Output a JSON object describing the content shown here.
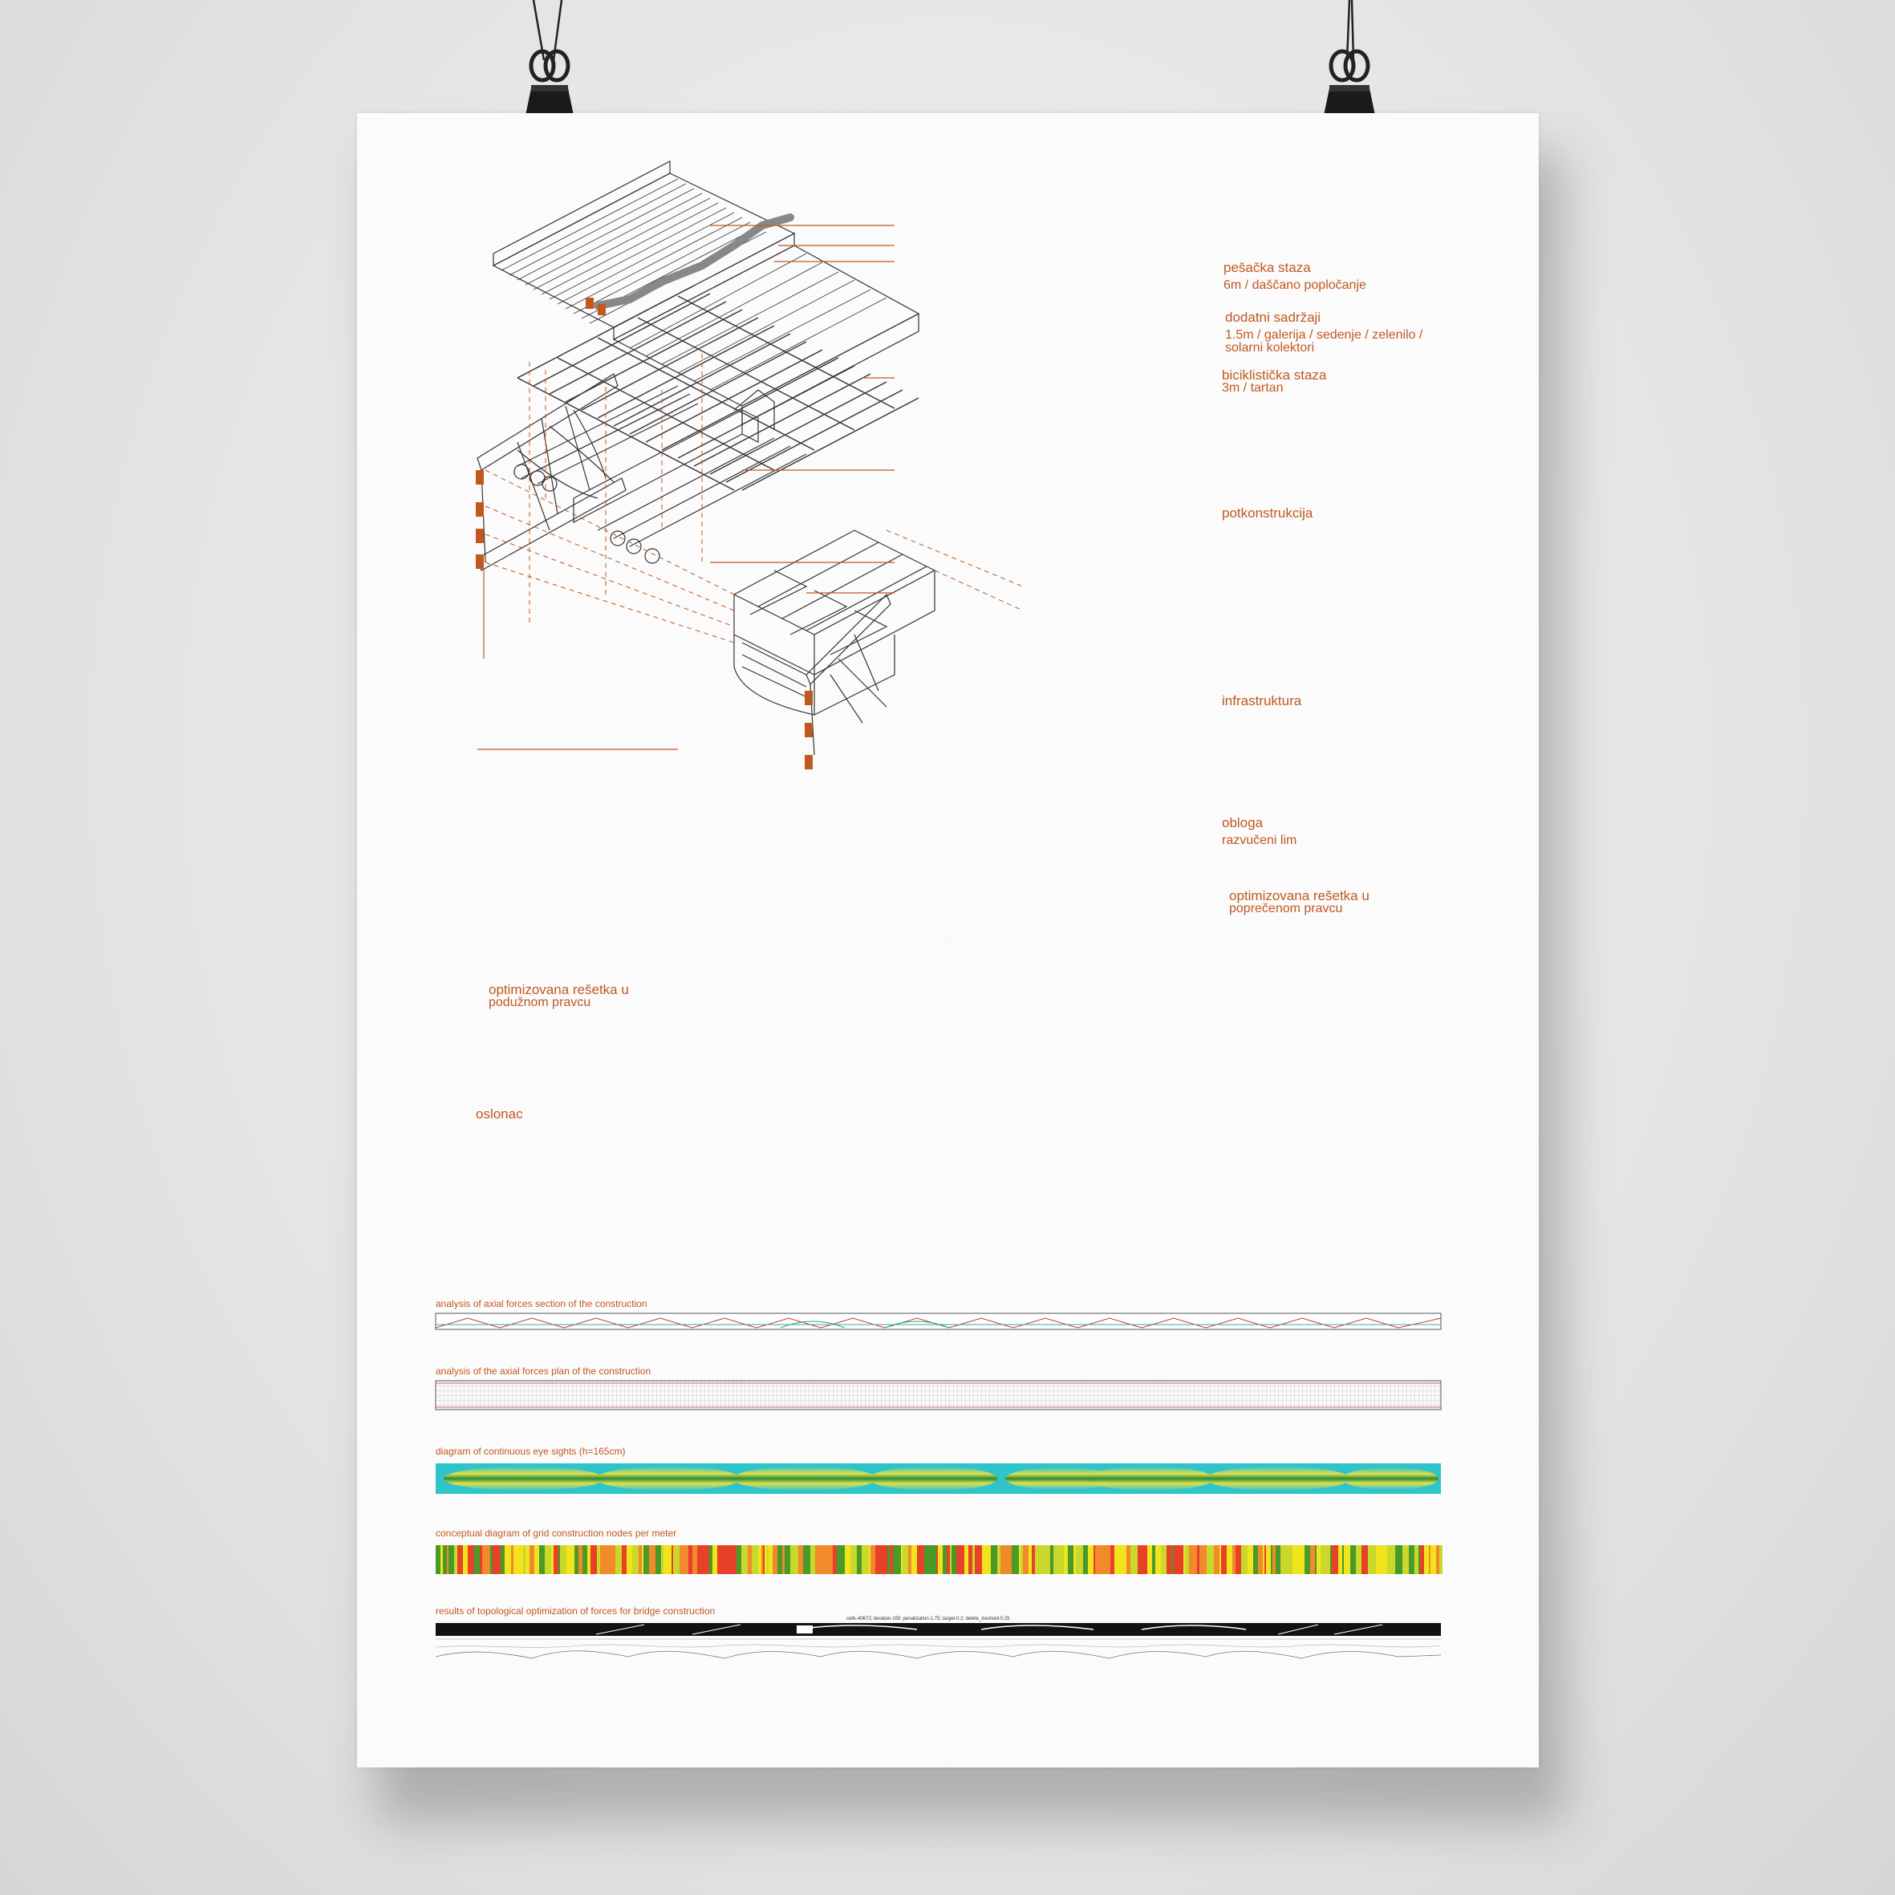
{
  "labels": {
    "pesacka_title": "pešačka staza",
    "pesacka_sub": "6m / daščano popločanje",
    "dodatni_title": "dodatni sadržaji",
    "dodatni_sub1": "1.5m / galerija / sedenje / zelenilo /",
    "dodatni_sub2": "solarni kolektori",
    "biciklisticka_title": "biciklistička staza",
    "biciklisticka_sub": "3m / tartan",
    "potkonstrukcija": "potkonstrukcija",
    "infrastruktura": "infrastruktura",
    "obloga_title": "obloga",
    "obloga_sub": "razvučeni lim",
    "poprecna_1": "optimizovana rešetka u",
    "poprecna_2": "poprečenom pravcu",
    "poduzna_1": "optimizovana rešetka u",
    "poduzna_2": "podužnom pravcu",
    "oslonac": "oslonac"
  },
  "strips": {
    "axial_section": "analysis of axial forces section of the construction",
    "axial_plan": "analysis of the axial forces plan of the construction",
    "eye_sights": "diagram of continuous eye sights (h=165cm)",
    "grid_nodes": "conceptual diagram of grid construction nodes per meter",
    "topological": "results of topological optimization of forces for bridge construction",
    "topological_params": "cells-40672;   iteration-150;   penalization-1.75;   target-0.2;   delete_treshold-0.25"
  },
  "colors": {
    "accent": "#c0581f",
    "line": "#333333",
    "eye_cyan": "#2ec4c9",
    "eye_yellow": "#e6e24a",
    "eye_green": "#2d8a2d",
    "node_red": "#e8412a",
    "node_yellow": "#f2e41c",
    "node_green": "#4a9a2a"
  },
  "icons": {
    "clip_left": "binder-clip-icon",
    "clip_right": "binder-clip-icon"
  }
}
